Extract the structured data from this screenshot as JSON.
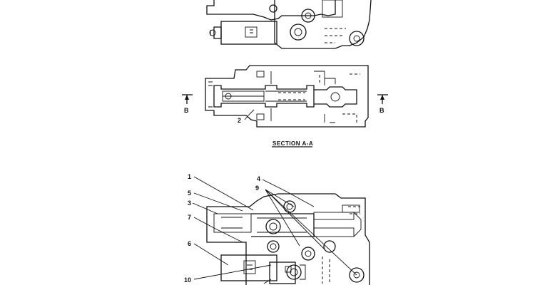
{
  "section_title": "SECTION  A-A",
  "section_marker": "B",
  "callouts": {
    "c1": "1",
    "c2": "2",
    "c3": "3",
    "c4": "4",
    "c5": "5",
    "c6": "6",
    "c7": "7",
    "c9": "9",
    "c10": "10"
  }
}
